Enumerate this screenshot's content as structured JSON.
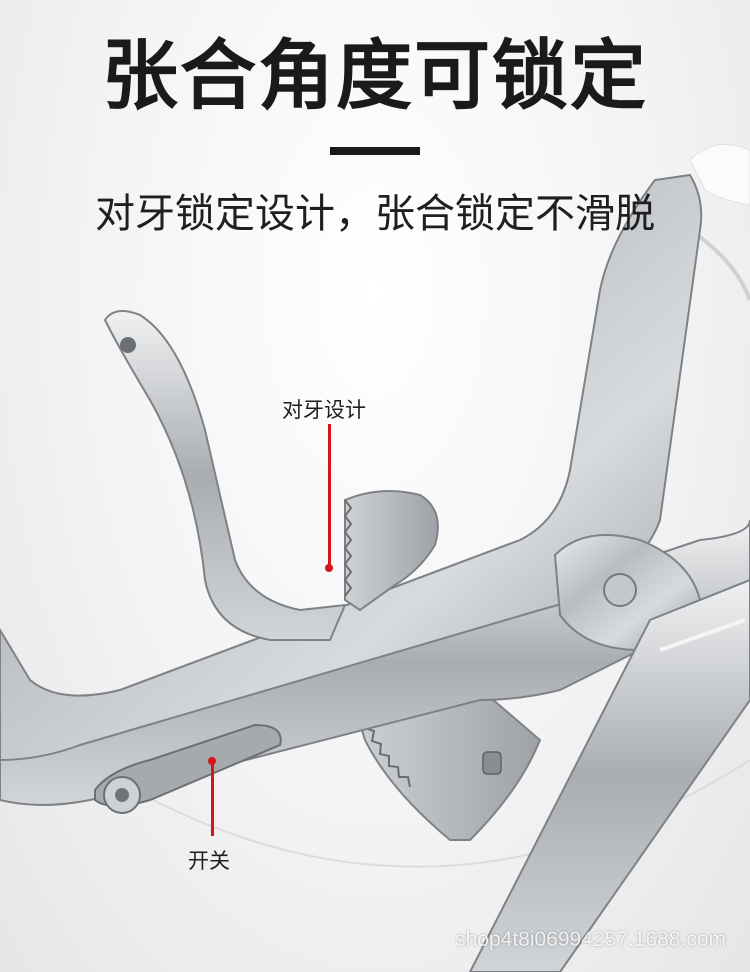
{
  "heading": "张合角度可锁定",
  "subheading": "对牙锁定设计，张合锁定不滑脱",
  "callouts": {
    "teeth": "对牙设计",
    "switch": "开关"
  },
  "watermark": "shop4t8i06994257.1688.com",
  "colors": {
    "accent": "#d6151b",
    "text": "#1a1a1a",
    "metal": "#b8bcc0"
  }
}
